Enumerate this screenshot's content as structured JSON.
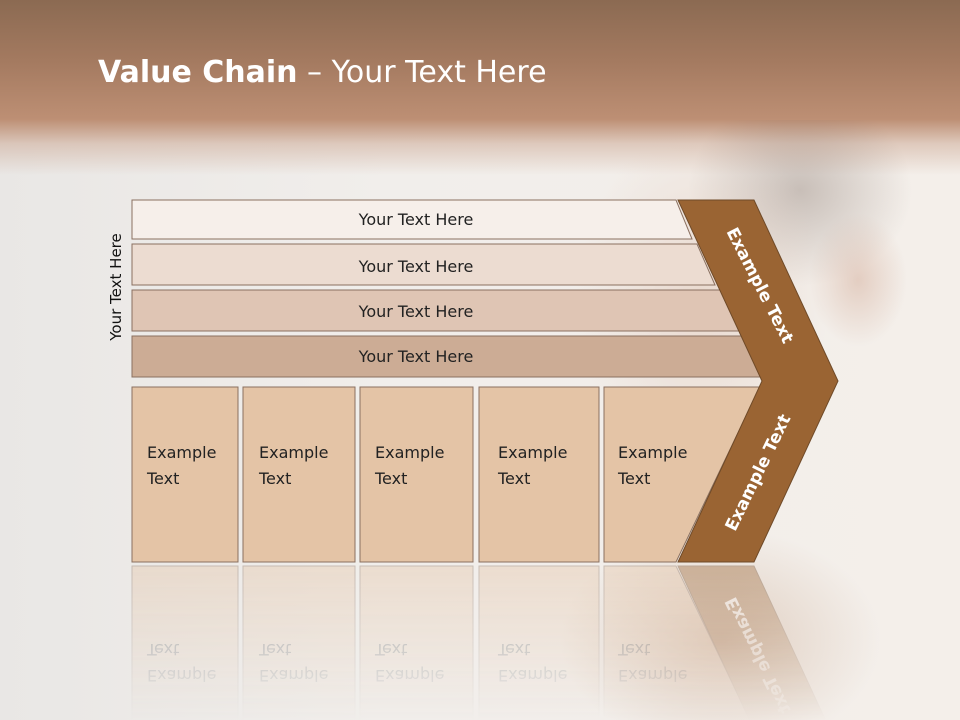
{
  "title": {
    "bold": "Value Chain",
    "rest": " – Your Text Here"
  },
  "side_label": "Your Text Here",
  "bars": [
    {
      "label": "Your Text Here",
      "fill": "#f6efea"
    },
    {
      "label": "Your Text Here",
      "fill": "#ecdcd1"
    },
    {
      "label": "Your Text Here",
      "fill": "#dfc5b4"
    },
    {
      "label": "Your Text Here",
      "fill": "#ccac95"
    }
  ],
  "boxes": [
    {
      "line1": "Example",
      "line2": "Text"
    },
    {
      "line1": "Example",
      "line2": "Text"
    },
    {
      "line1": "Example",
      "line2": "Text"
    },
    {
      "line1": "Example",
      "line2": "Text"
    },
    {
      "line1": "Example",
      "line2": "Text"
    }
  ],
  "chevron": {
    "upper": "Example Text",
    "lower": "Example Text"
  },
  "colors": {
    "box_fill": "#e4c4a6",
    "chevron_fill": "#9a6433",
    "outline": "#8a7060",
    "title_text": "#ffffff",
    "header": "#a47a60"
  }
}
